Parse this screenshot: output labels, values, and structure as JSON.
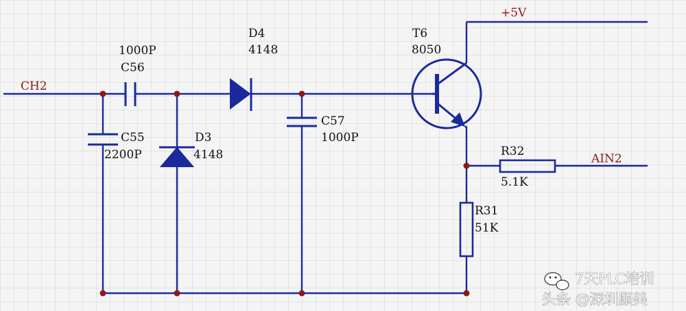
{
  "nets": {
    "input": "CH2",
    "supply": "+5V",
    "output": "AIN2"
  },
  "components": {
    "c56": {
      "ref": "C56",
      "value": "1000P"
    },
    "c55": {
      "ref": "C55",
      "value": "2200P"
    },
    "d3": {
      "ref": "D3",
      "value": "4148"
    },
    "d4": {
      "ref": "D4",
      "value": "4148"
    },
    "c57": {
      "ref": "C57",
      "value": "1000P"
    },
    "t6": {
      "ref": "T6",
      "value": "8050"
    },
    "r32": {
      "ref": "R32",
      "value": "5.1K"
    },
    "r31": {
      "ref": "R31",
      "value": "51K"
    }
  },
  "watermark": {
    "line1": "7天PLC培训",
    "line2": "头条 @深圳顾美"
  },
  "colors": {
    "wire": "#1a2a9a",
    "junction": "#8b1a1a",
    "net_label": "#8b1a1a"
  }
}
